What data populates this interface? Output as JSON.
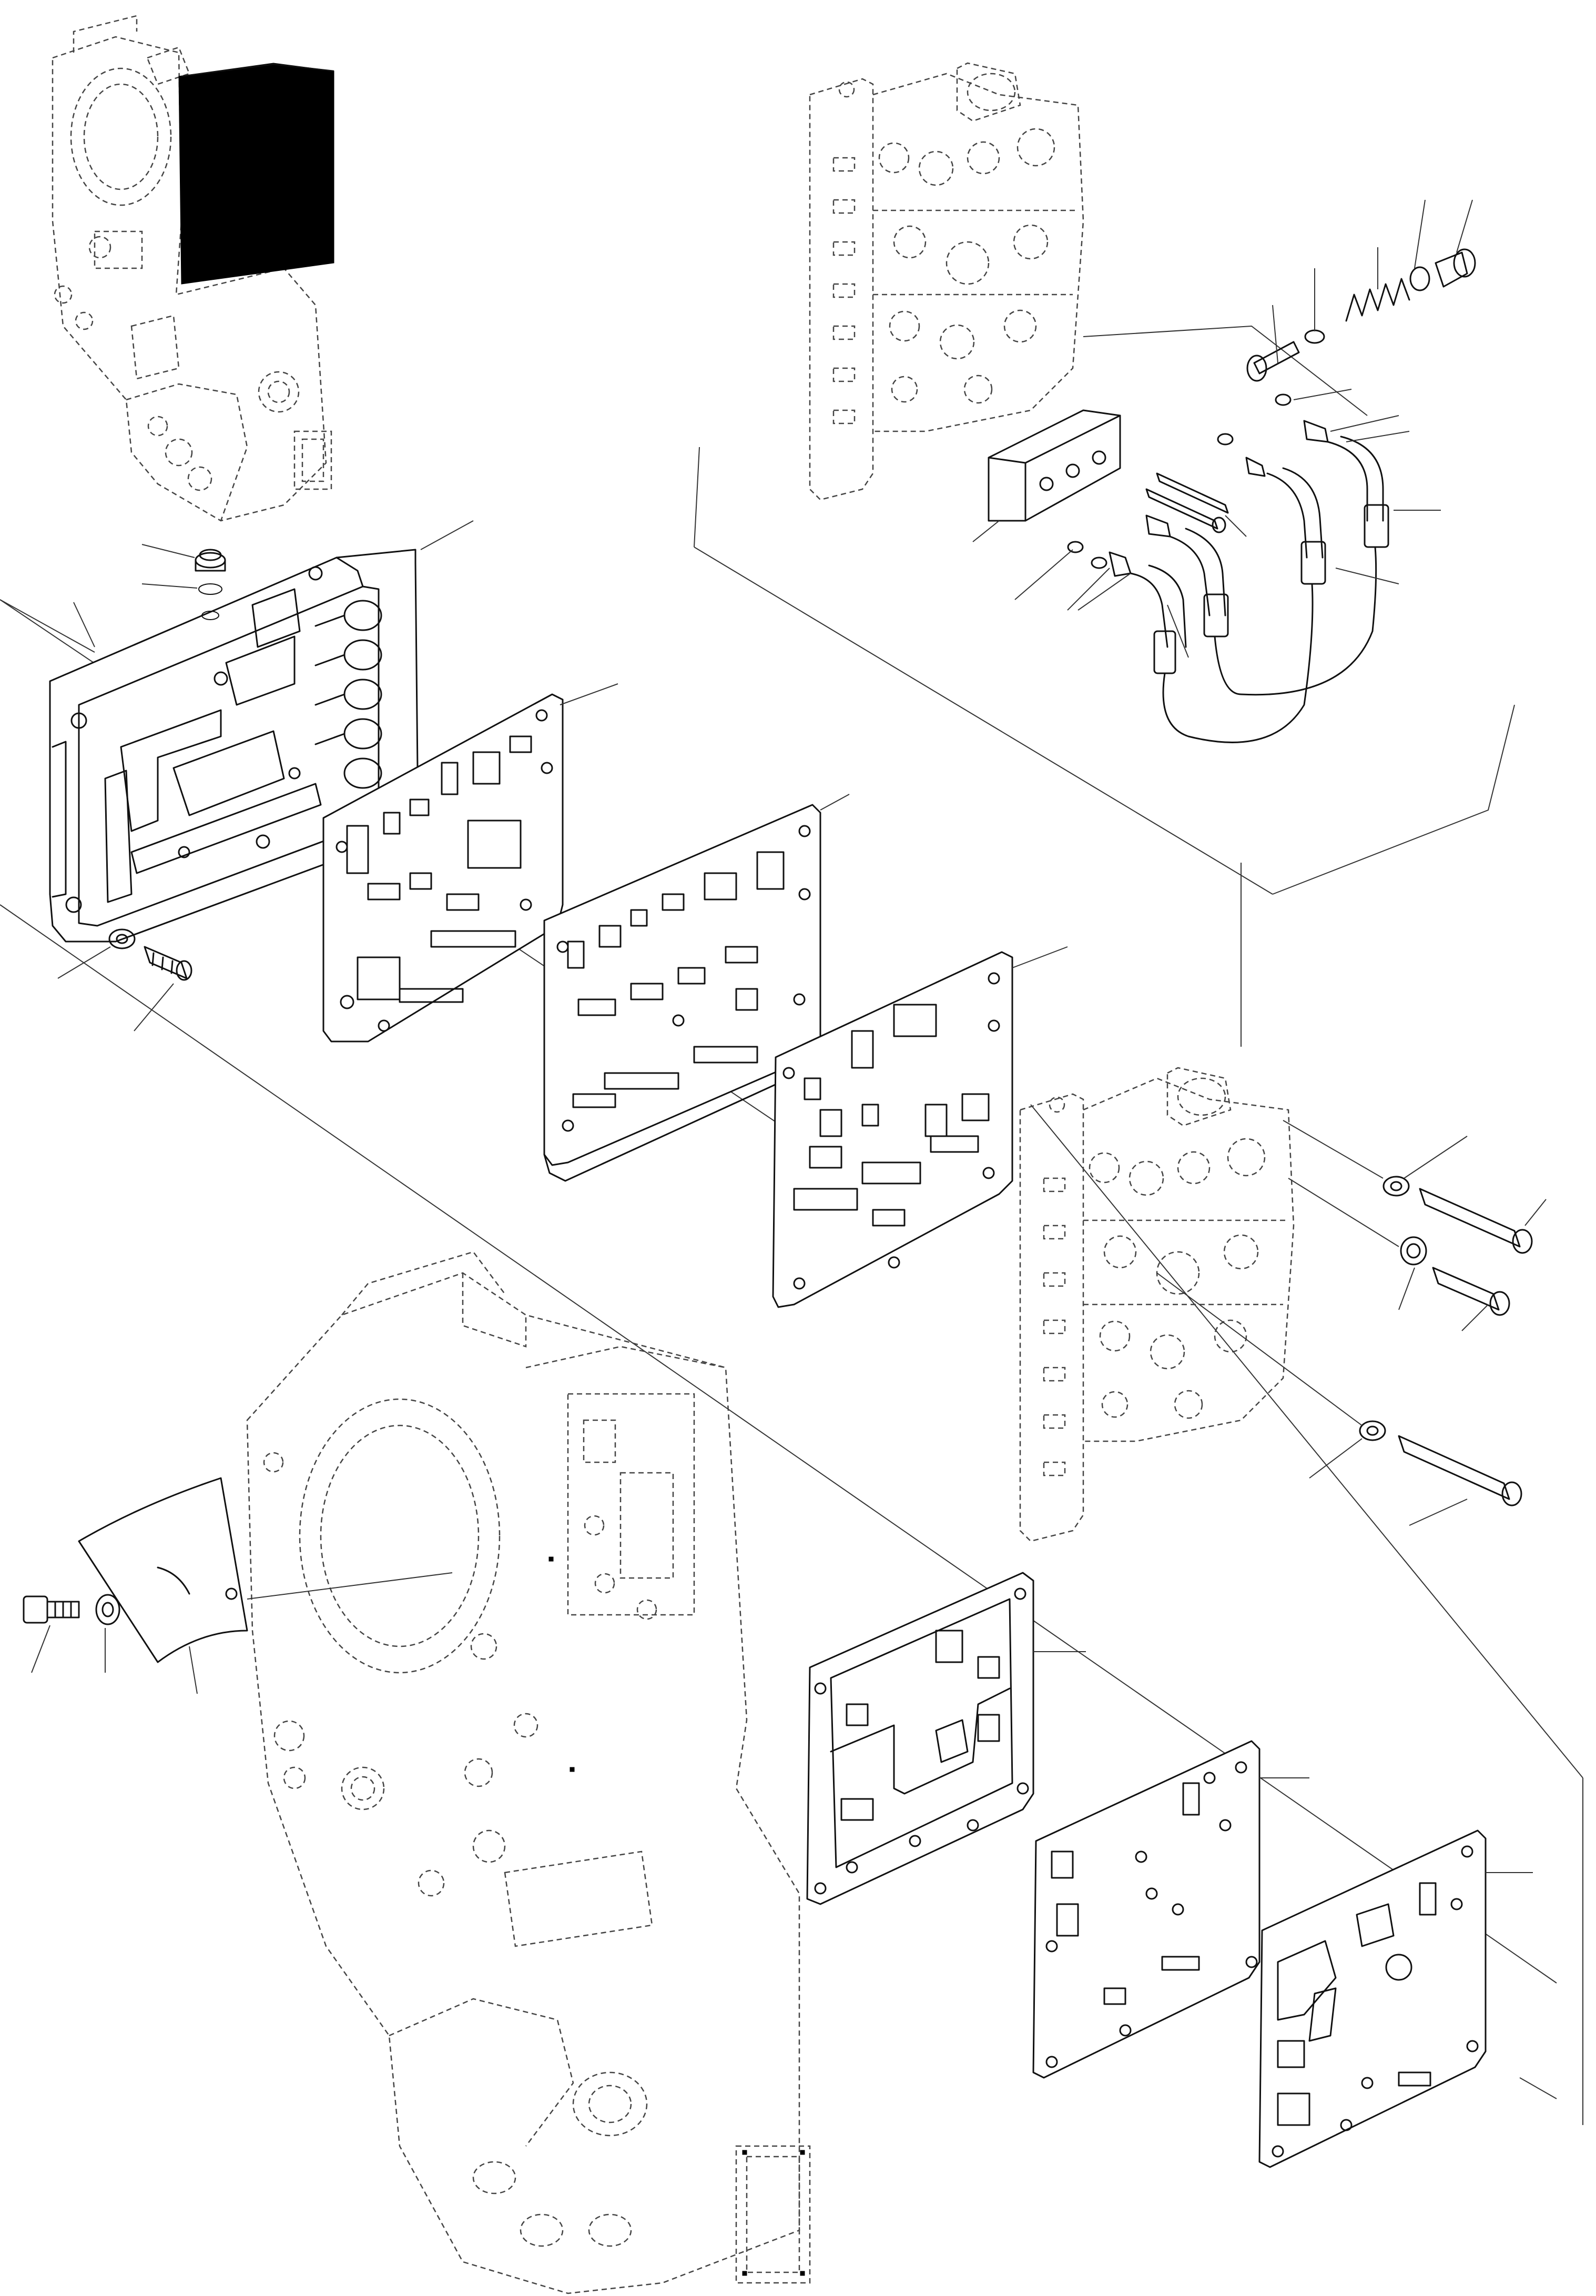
{
  "figure": {
    "background": "#ffffff",
    "line_color": "#111111",
    "ghost_line_color": "#444444"
  },
  "components": [
    {
      "id": "transmission-housing-small",
      "style": "dashed"
    },
    {
      "id": "control-valve-body-top",
      "style": "dashed"
    },
    {
      "id": "control-valve-body-right",
      "style": "dashed"
    },
    {
      "id": "transmission-housing-large",
      "style": "dashed"
    },
    {
      "id": "cover-plate",
      "style": "solid"
    },
    {
      "id": "gasket-1",
      "style": "solid"
    },
    {
      "id": "intermediate-plate",
      "style": "solid"
    },
    {
      "id": "gasket-2",
      "style": "solid"
    },
    {
      "id": "gasket-3",
      "style": "solid"
    },
    {
      "id": "separator-plate",
      "style": "solid"
    },
    {
      "id": "gasket-4",
      "style": "solid"
    },
    {
      "id": "sensor-shield",
      "style": "solid"
    },
    {
      "id": "pressure-block",
      "style": "solid"
    },
    {
      "id": "hydraulic-hoses",
      "style": "solid"
    }
  ]
}
